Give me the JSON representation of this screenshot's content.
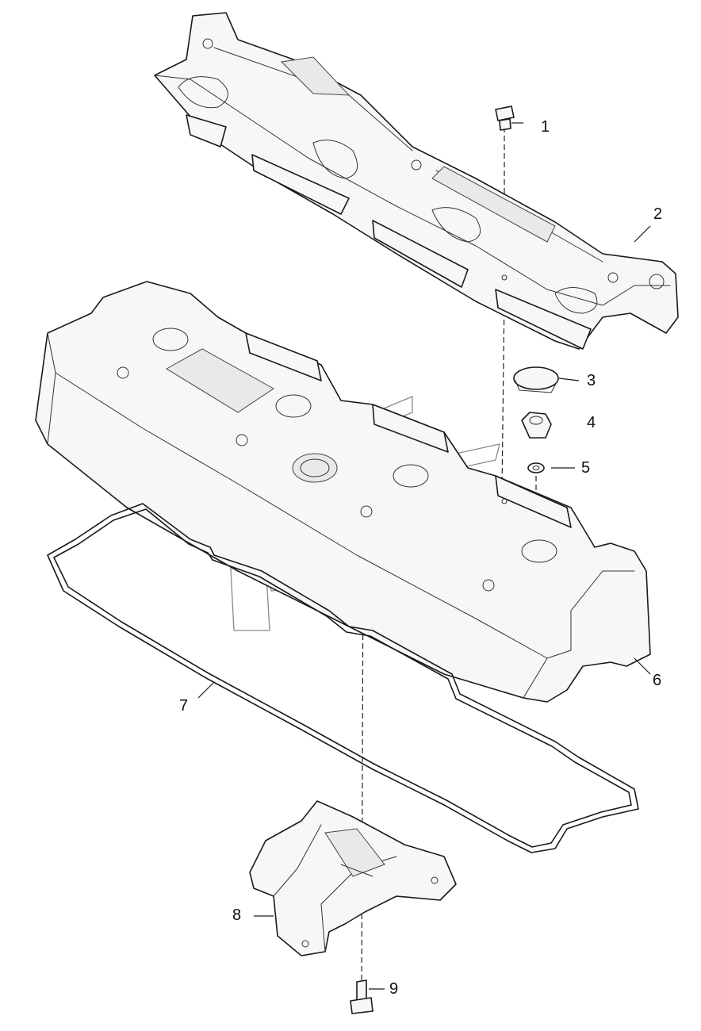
{
  "diagram": {
    "callouts": [
      {
        "id": "1",
        "label": "1"
      },
      {
        "id": "2",
        "label": "2"
      },
      {
        "id": "3",
        "label": "3"
      },
      {
        "id": "4",
        "label": "4"
      },
      {
        "id": "5",
        "label": "5"
      },
      {
        "id": "6",
        "label": "6"
      },
      {
        "id": "7",
        "label": "7"
      },
      {
        "id": "8",
        "label": "8"
      },
      {
        "id": "9",
        "label": "9"
      }
    ],
    "parts": {
      "bolt_top": "part-1",
      "upper_cover": "part-2",
      "cap": "part-3",
      "nut": "part-4",
      "washer": "part-5",
      "valve_cover": "part-6",
      "gasket": "part-7",
      "bracket": "part-8",
      "bolt_bottom": "part-9"
    },
    "colors": {
      "line": "#1a1a1a",
      "watermark": "#8a8a8a",
      "background": "#ffffff"
    }
  }
}
